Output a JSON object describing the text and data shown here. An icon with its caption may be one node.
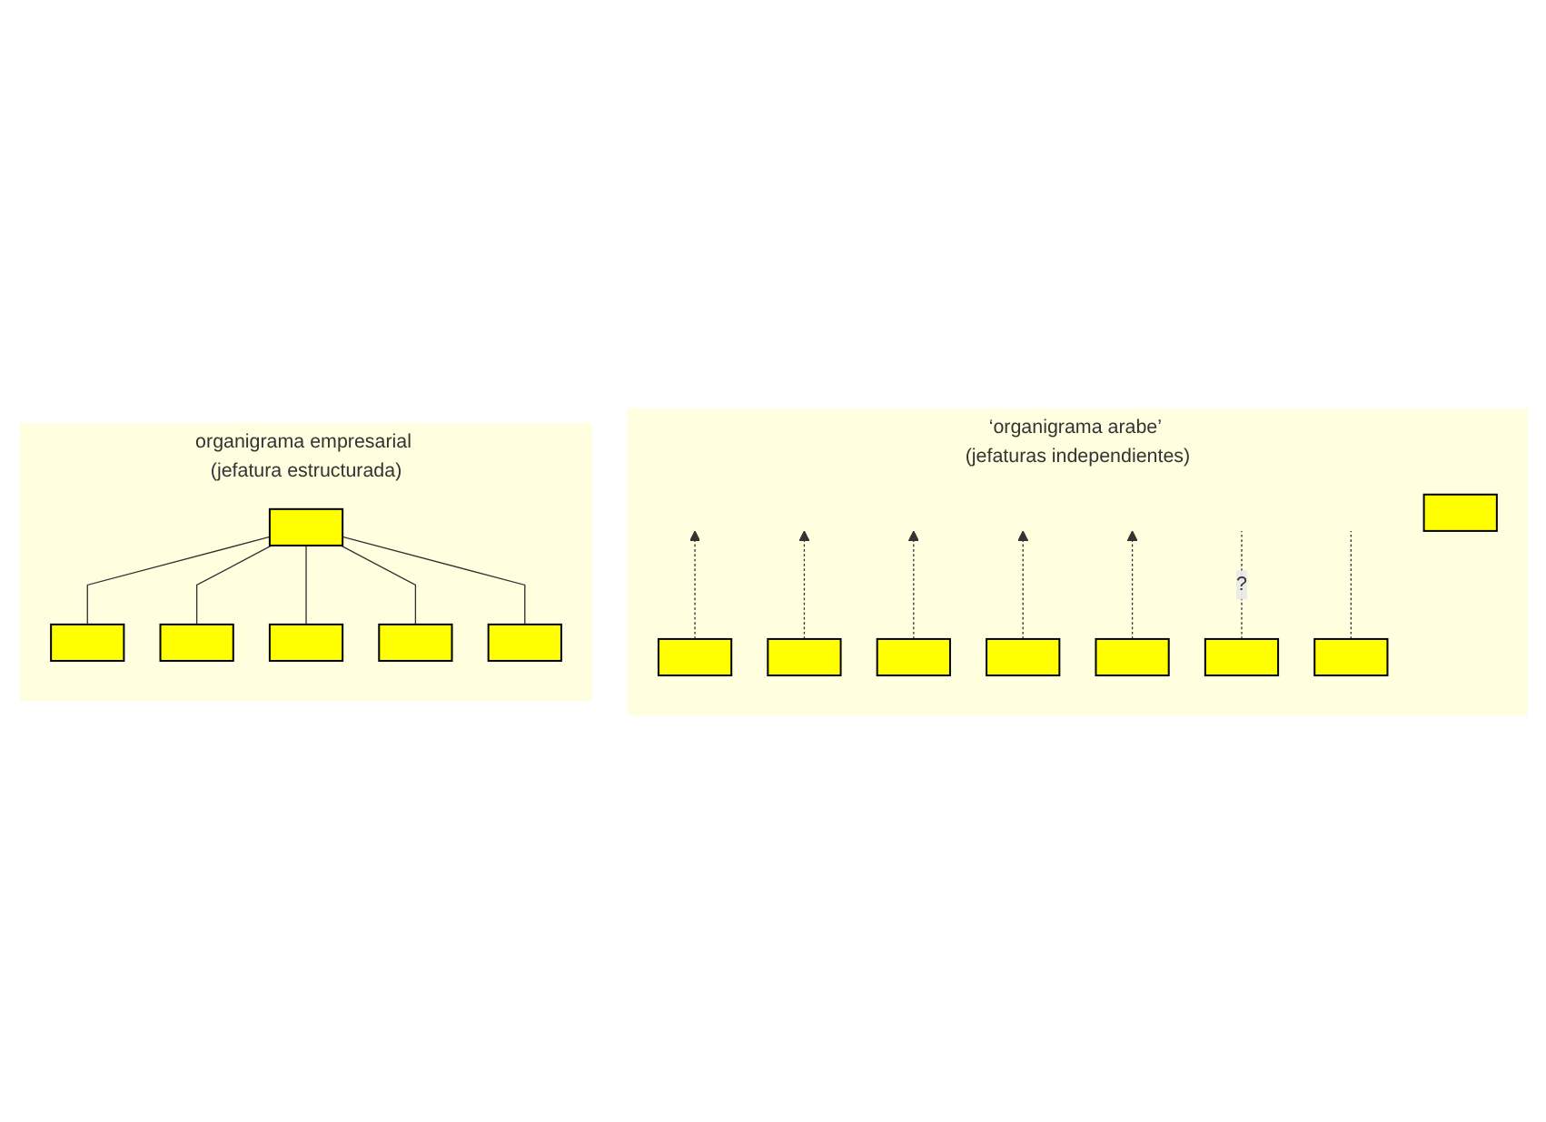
{
  "diagram": {
    "nodes": [
      {
        "text": [
          "organigrama empresarial (jefatura estructurada)"
        ]
      },
      {
        "text": [],
        "shape": "box",
        "in": 0
      },
      {
        "text": [],
        "shape": "box",
        "in": 0
      },
      {
        "text": [],
        "shape": "box",
        "in": 0
      },
      {
        "text": [],
        "shape": "box",
        "in": 0
      },
      {
        "text": [],
        "shape": "box",
        "in": 0
      },
      {
        "text": [],
        "shape": "box",
        "in": 0
      },
      {
        "text": [
          "‘organigrama arabe’ (jefaturas independientes)"
        ]
      },
      {
        "text": [],
        "shape": "box",
        "in": 7
      },
      {
        "text": [],
        "shape": "box",
        "in": 7
      },
      {
        "text": [],
        "shape": "box",
        "in": 7
      },
      {
        "text": [],
        "shape": "box",
        "in": 7
      },
      {
        "text": [],
        "shape": "box",
        "in": 7
      },
      {
        "text": [],
        "shape": "box",
        "in": 7
      },
      {
        "text": [],
        "shape": "box",
        "in": 7
      },
      {
        "text": [],
        "shape": "box",
        "in": 7
      }
    ],
    "edges": [
      {
        "from": 1,
        "to": 2,
        "arrow": "none"
      },
      {
        "from": 1,
        "to": 3,
        "arrow": "none"
      },
      {
        "from": 1,
        "to": 4,
        "arrow": "none"
      },
      {
        "from": 1,
        "to": 5,
        "arrow": "none"
      },
      {
        "from": 1,
        "to": 6,
        "arrow": "none"
      },
      {
        "from": 8,
        "to": null,
        "arrow": "to",
        "style": "dashed"
      },
      {
        "from": 9,
        "to": null,
        "arrow": "to",
        "style": "dashed"
      },
      {
        "from": 10,
        "to": null,
        "arrow": "to",
        "style": "dashed"
      },
      {
        "from": 12,
        "to": null,
        "arrow": "to",
        "style": "dashed"
      },
      {
        "from": 13,
        "to": null,
        "arrow": "to",
        "style": "dashed"
      },
      {
        "from": 14,
        "to": null,
        "arrow": "none",
        "style": "dashed",
        "label": "?"
      },
      {
        "from": 15,
        "to": null,
        "arrow": "none",
        "style": "dashed"
      }
    ]
  }
}
